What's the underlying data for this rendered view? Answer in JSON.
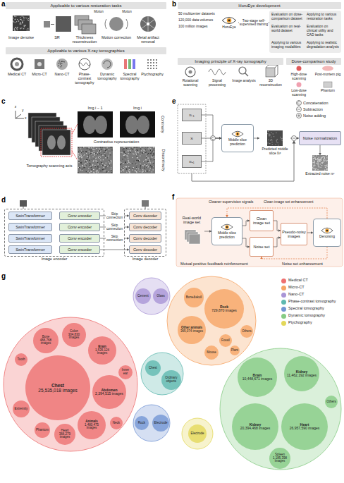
{
  "diagram": {
    "nodes": [
      {
        "text": [
          "Applicable to various restoration tasks"
        ]
      },
      {
        "text": [
          "Applicable to various X-ray tomographies"
        ]
      },
      {
        "text": [
          "HoruEye development"
        ]
      },
      {
        "text": [
          "50 multicenter datasets",
          "120,000 data volumes",
          "100 million images"
        ]
      },
      {
        "text": [
          "HoruEye"
        ]
      },
      {
        "text": [
          "Evaluation on dose-comparison dataset",
          "Evaluation on real-world dataset",
          "Applying to various imaging modalities",
          "Applying to various restoration tasks",
          "Evaluation on clinical utility and CAD tasks",
          "Applying to realistic degradation analysis"
        ]
      },
      {
        "text": [
          "Imaging principle of X-ray tomography"
        ]
      },
      {
        "text": [
          "Dose-comparison study"
        ]
      },
      {
        "text": [
          "Image encoder"
        ]
      },
      {
        "text": [
          "SwinTransformer"
        ],
        "in": 8
      },
      {
        "text": [
          "SwinTransformer"
        ],
        "in": 8
      },
      {
        "text": [
          "SwinTransformer"
        ],
        "in": 8
      },
      {
        "text": [
          "SwinTransformer"
        ],
        "in": 8
      },
      {
        "text": [
          "Conv encoder"
        ],
        "in": 8
      },
      {
        "text": [
          "Conv encoder"
        ],
        "in": 8
      },
      {
        "text": [
          "Conv encoder"
        ],
        "in": 8
      },
      {
        "text": [
          "Conv encoder"
        ],
        "in": 8
      },
      {
        "text": [
          "Image decoder"
        ]
      },
      {
        "text": [
          "Conv decoder"
        ],
        "in": 17
      },
      {
        "text": [
          "Conv decoder"
        ],
        "in": 17
      },
      {
        "text": [
          "Conv decoder"
        ],
        "in": 17
      },
      {
        "text": [
          "Conv decoder"
        ],
        "in": 17
      },
      {
        "text": [
          "xᵢ₋₁"
        ]
      },
      {
        "text": [
          "xᵢ"
        ]
      },
      {
        "text": [
          "xᵢ₊₁"
        ]
      },
      {
        "text": [
          "Middle slice prediction"
        ]
      },
      {
        "text": [
          "Predicted middle slice x̂ᵢᵖ"
        ]
      },
      {
        "text": [
          "Noise normalization"
        ]
      },
      {
        "text": [
          "Extracted noise nᵢᵉ"
        ]
      },
      {
        "text": [
          "Real-world image set"
        ]
      },
      {
        "text": [
          "Middle slice prediction"
        ]
      },
      {
        "text": [
          "Clean image set"
        ]
      },
      {
        "text": [
          "Noise set"
        ]
      },
      {
        "text": [
          "Pseudo-noisy images"
        ]
      },
      {
        "text": [
          "Denoising"
        ]
      },
      {
        "text": [
          "Chest",
          "25,535,018 images"
        ]
      },
      {
        "text": [
          "Bone",
          "466,768 images"
        ]
      },
      {
        "text": [
          "Colon",
          "304,830 images"
        ]
      },
      {
        "text": [
          "Tooth"
        ]
      },
      {
        "text": [
          "Brain",
          "1,535,124 images"
        ]
      },
      {
        "text": [
          "Inner ear"
        ]
      },
      {
        "text": [
          "Abdomen",
          "2,394,515 images"
        ]
      },
      {
        "text": [
          "Neck"
        ]
      },
      {
        "text": [
          "Animals",
          "1,480,475 images"
        ]
      },
      {
        "text": [
          "Heart",
          "366,279 images"
        ]
      },
      {
        "text": [
          "Phantom"
        ]
      },
      {
        "text": [
          "Extremity"
        ]
      },
      {
        "text": [
          "Cement"
        ]
      },
      {
        "text": [
          "Glass"
        ]
      },
      {
        "text": [
          "Rock",
          "729,870 images"
        ]
      },
      {
        "text": [
          "Bone&skull"
        ]
      },
      {
        "text": [
          "Other animals",
          "365,074 images"
        ]
      },
      {
        "text": [
          "Mouse"
        ]
      },
      {
        "text": [
          "Fossil"
        ]
      },
      {
        "text": [
          "Plant"
        ]
      },
      {
        "text": [
          "Others"
        ]
      },
      {
        "text": [
          "Chest"
        ]
      },
      {
        "text": [
          "Ordinary objects"
        ]
      },
      {
        "text": [
          "Rock"
        ]
      },
      {
        "text": [
          "Electrode"
        ]
      },
      {
        "text": [
          "Electrode"
        ]
      },
      {
        "text": [
          "Brain",
          "10,448,671 images"
        ]
      },
      {
        "text": [
          "Kidney",
          "11,462,192 images"
        ]
      },
      {
        "text": [
          "Kidney",
          "20,394,468 images"
        ]
      },
      {
        "text": [
          "Heart",
          "26,957,590 images"
        ]
      },
      {
        "text": [
          "Spleen",
          "1,185,398 images"
        ]
      },
      {
        "text": [
          "Others"
        ]
      }
    ],
    "edges": [
      {
        "from": 4,
        "to": 5,
        "arrow": "to",
        "label": "Two-stage self-supervised training"
      },
      {
        "from": 13,
        "to": 18,
        "arrow": "to",
        "label": "Skip connection"
      },
      {
        "from": 14,
        "to": 19,
        "arrow": "to",
        "label": "Skip connection"
      },
      {
        "from": 15,
        "to": 20,
        "arrow": "to",
        "label": "Skip connection"
      },
      {
        "from": 16,
        "to": 21,
        "arrow": "to"
      },
      {
        "from": 22,
        "to": 25,
        "arrow": "to"
      },
      {
        "from": 23,
        "to": 25,
        "arrow": "to"
      },
      {
        "from": 24,
        "to": 25,
        "arrow": "to"
      },
      {
        "from": 25,
        "to": 26,
        "arrow": "to"
      },
      {
        "from": 26,
        "to": 27,
        "arrow": "to"
      },
      {
        "from": 27,
        "to": 28,
        "arrow": "to"
      },
      {
        "from": 29,
        "to": 30,
        "arrow": "to"
      },
      {
        "from": 30,
        "to": 31,
        "arrow": "to"
      },
      {
        "from": 30,
        "to": 32,
        "arrow": "to"
      },
      {
        "from": 31,
        "to": 33,
        "arrow": "to"
      },
      {
        "from": 32,
        "to": 33,
        "arrow": "to"
      },
      {
        "from": 33,
        "to": 34,
        "arrow": "to"
      },
      {
        "from": 34,
        "to": 30,
        "arrow": "to"
      },
      {
        "from": 34,
        "to": 32,
        "arrow": "to"
      }
    ],
    "labels": [
      "a",
      "Motion",
      "Motion",
      "Image denoise",
      "SR",
      "Thickness reconstruction",
      "Motion correction",
      "Metal artifact removal",
      "Medical CT",
      "Micro-CT",
      "Nano-CT",
      "Phase-contrast tomography",
      "Dynamic tomography",
      "Spectral tomography",
      "Ptychography",
      "b",
      "Rotational scanning",
      "Signal processing",
      "Image analysis",
      "3D reconstruction",
      "High-dose scanning",
      "Post-mortem pig",
      "Low-dose scanning",
      "Phantom",
      "c",
      "z",
      "y",
      "x",
      "Img i − 1",
      "Img i",
      "Contrastive representation",
      "Tomography scanning axis",
      "Continuity",
      "Discontinuity",
      "d",
      "e",
      "f",
      "Cleaner supervision signals",
      "Clean image set enhancement",
      "Mutual positive feedback reinforcement",
      "Noise set enhancement",
      "g"
    ],
    "legend": [
      {
        "text": "Concatenation"
      },
      {
        "text": "Subtraction"
      },
      {
        "text": "Noise adding"
      },
      {
        "text": "Medical CT",
        "color": "#ee7070"
      },
      {
        "text": "Micro-CT",
        "color": "#f6a565"
      },
      {
        "text": "Nano-CT",
        "color": "#a995d6"
      },
      {
        "text": "Phase-contrast tomography",
        "color": "#5fb9b0"
      },
      {
        "text": "Spectral tomography",
        "color": "#7396d4"
      },
      {
        "text": "Dynamic tomography",
        "color": "#86cc84"
      },
      {
        "text": "Ptychography",
        "color": "#e3d85a"
      }
    ]
  }
}
